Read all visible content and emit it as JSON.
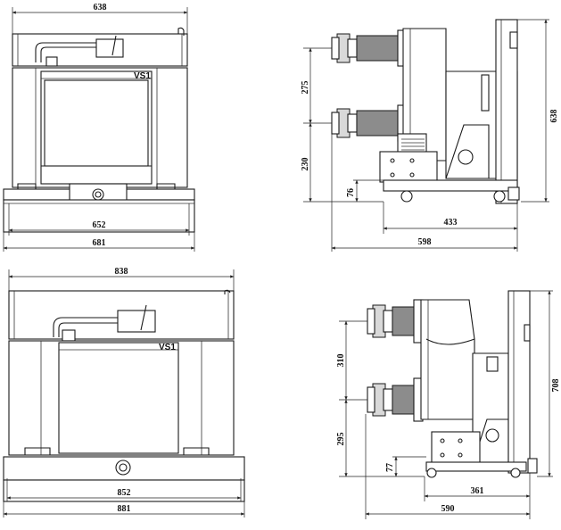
{
  "views": {
    "front_small": {
      "brand": "VS1",
      "dims": {
        "top_width": "638",
        "inner_width": "652",
        "outer_width": "681"
      }
    },
    "side_small": {
      "dims": {
        "upper_pitch": "275",
        "lower_height": "230",
        "wheel_height": "76",
        "depth_inner": "433",
        "depth_outer": "598",
        "total_height": "638"
      }
    },
    "front_large": {
      "brand": "VS1",
      "dims": {
        "top_width": "838",
        "inner_width": "852",
        "outer_width": "881"
      }
    },
    "side_large": {
      "dims": {
        "upper_pitch": "310",
        "lower_height": "295",
        "wheel_height": "77",
        "depth_inner": "361",
        "depth_outer": "590",
        "total_height": "708"
      }
    }
  }
}
